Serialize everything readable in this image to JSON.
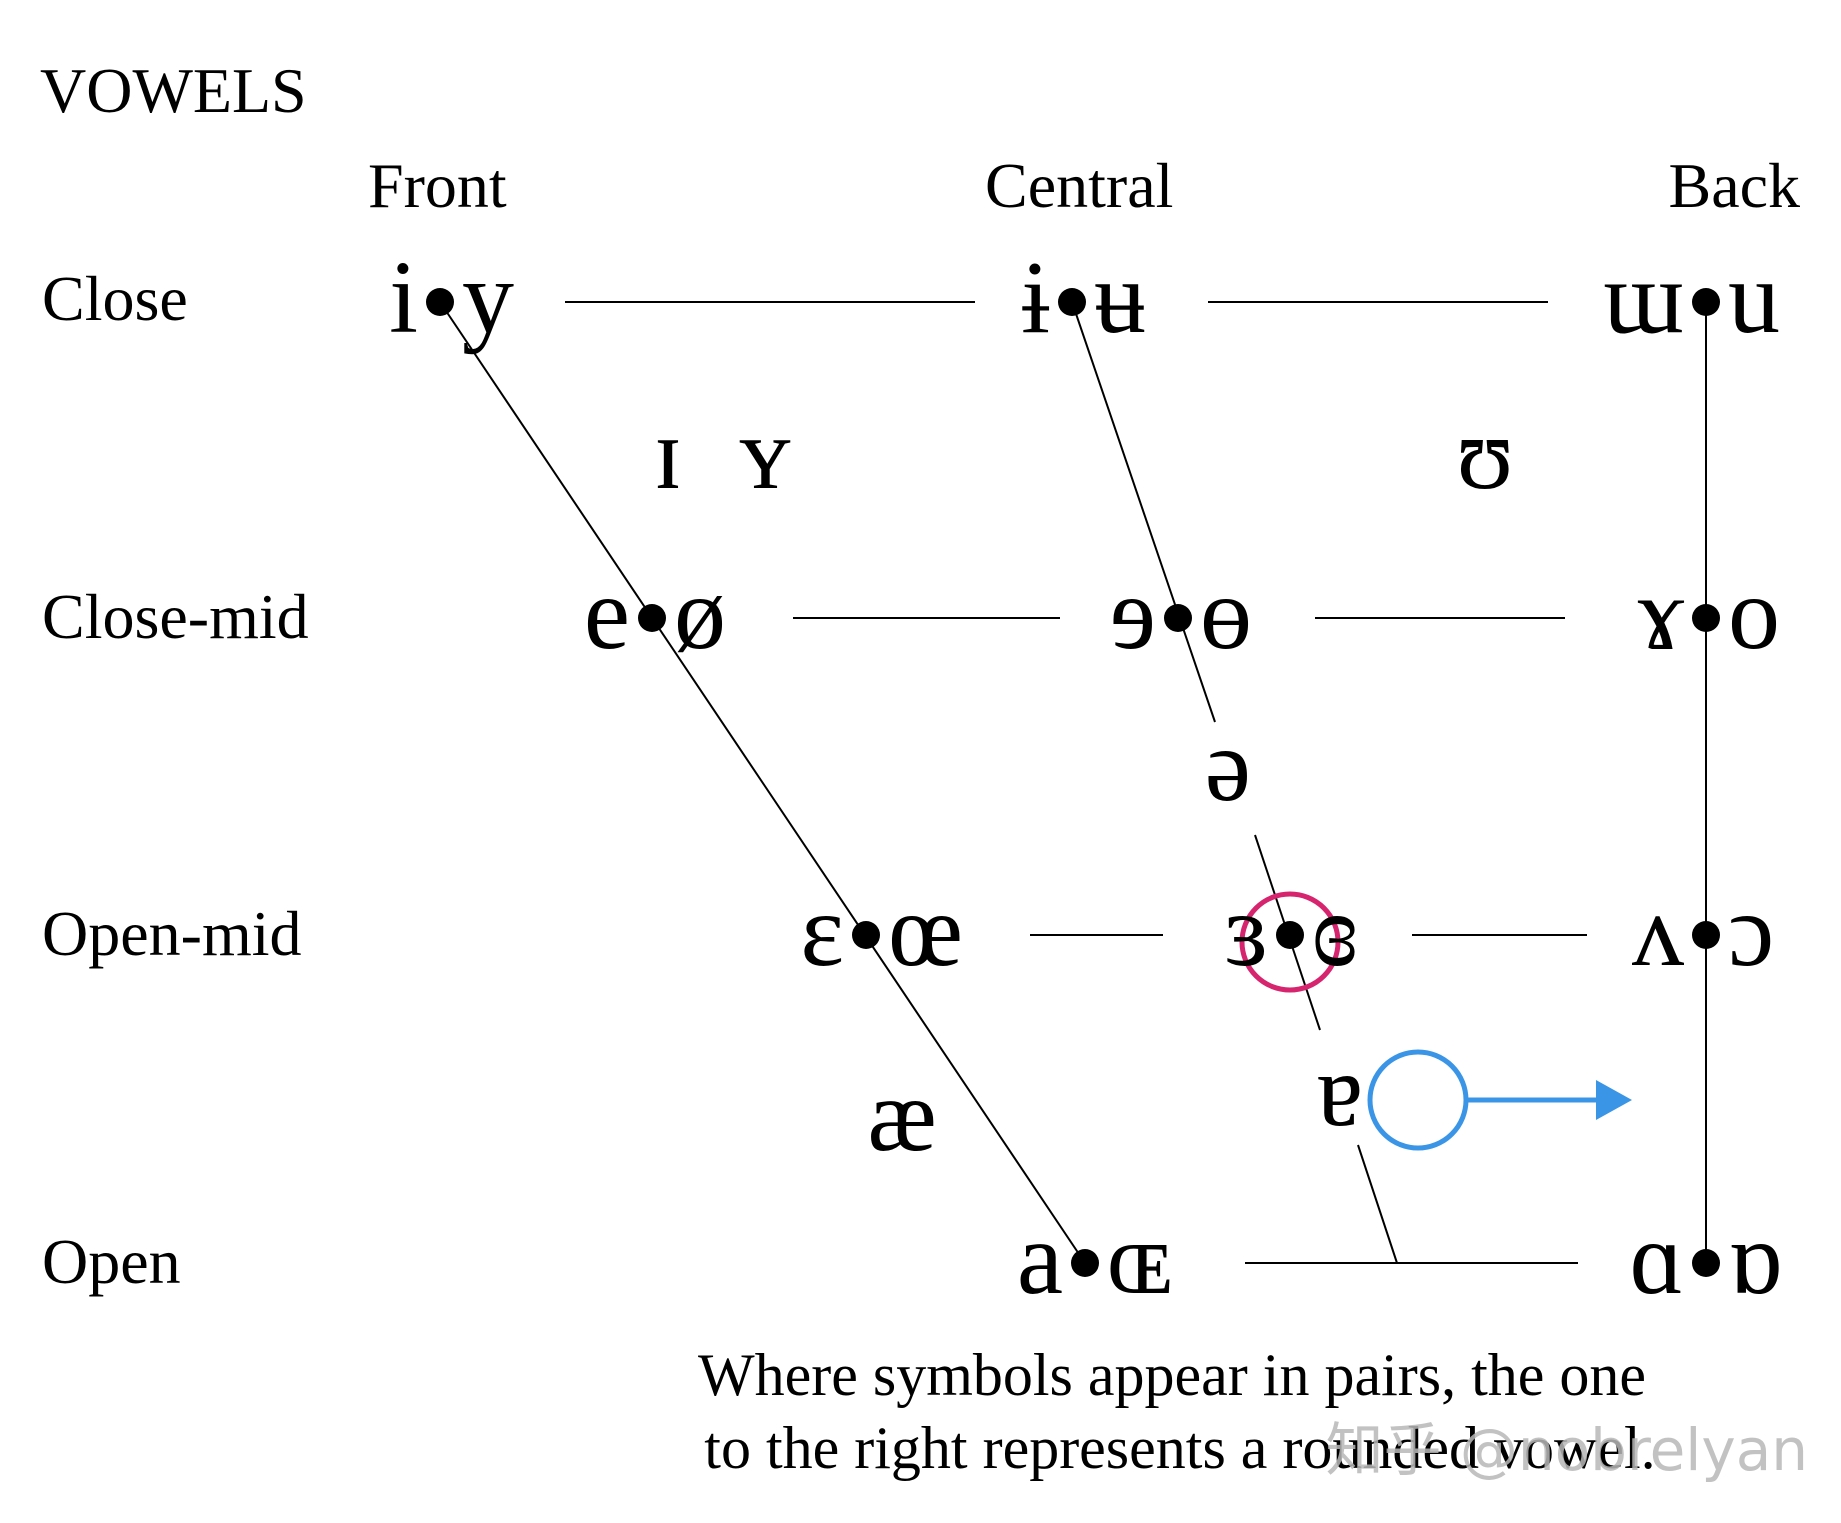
{
  "heading": "VOWELS",
  "columns": {
    "front": "Front",
    "central": "Central",
    "back": "Back"
  },
  "rows": {
    "close": "Close",
    "close_mid": "Close-mid",
    "open_mid": "Open-mid",
    "open": "Open"
  },
  "symbols": {
    "close_front_unrounded": "i",
    "close_front_rounded": "y",
    "close_central_unrounded": "ɨ",
    "close_central_rounded": "ʉ",
    "close_back_unrounded": "ɯ",
    "close_back_rounded": "u",
    "near_close_front_unrounded": "ɪ",
    "near_close_front_rounded": "ʏ",
    "near_close_back_rounded": "ʊ",
    "close_mid_front_unrounded": "e",
    "close_mid_front_rounded": "ø",
    "close_mid_central_unrounded": "ɘ",
    "close_mid_central_rounded": "ɵ",
    "close_mid_back_unrounded": "ɤ",
    "close_mid_back_rounded": "o",
    "mid_central": "ə",
    "open_mid_front_unrounded": "ɛ",
    "open_mid_front_rounded": "œ",
    "open_mid_central_unrounded": "ɜ",
    "open_mid_central_rounded": "ɞ",
    "open_mid_back_unrounded": "ʌ",
    "open_mid_back_rounded": "ɔ",
    "near_open_front_unrounded": "æ",
    "near_open_central": "ɐ",
    "open_front_unrounded": "a",
    "open_front_rounded": "ɶ",
    "open_back_unrounded": "ɑ",
    "open_back_rounded": "ɒ"
  },
  "note": {
    "line1": "Where symbols appear in pairs, the one",
    "line2": "to the right represents a rounded vowel."
  },
  "watermark": "知乎 @nobrelyan",
  "colors": {
    "highlight_circle": "#d6246e",
    "arrow": "#3b95e6"
  }
}
